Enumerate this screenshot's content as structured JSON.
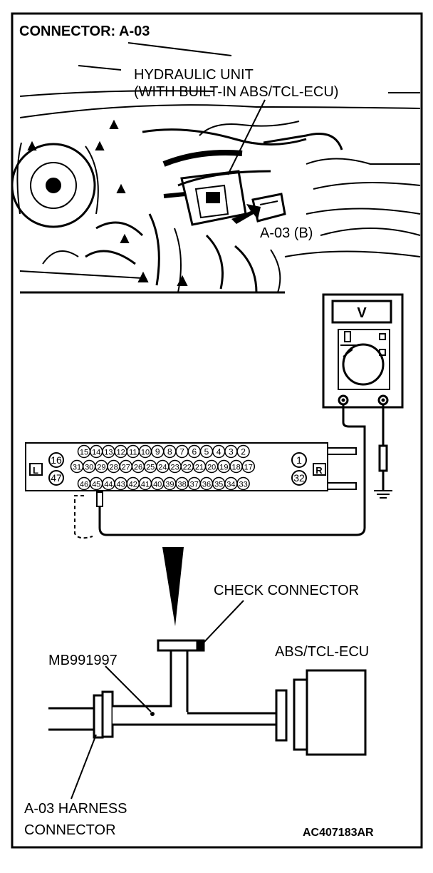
{
  "header": {
    "title": "CONNECTOR: A-03"
  },
  "photo": {
    "unit_line1": "HYDRAULIC UNIT",
    "unit_line2": "(WITH BUILT-IN ABS/TCL-ECU)",
    "connector_label": "A-03 (B)"
  },
  "meter": {
    "symbol": "V"
  },
  "connector_face": {
    "left_marker": "L",
    "right_marker": "R",
    "row1_left": "16",
    "row2_left": "47",
    "row1_right": "1",
    "row2_right": "32",
    "row1_pins": [
      "15",
      "14",
      "13",
      "12",
      "11",
      "10",
      "9",
      "8",
      "7",
      "6",
      "5",
      "4",
      "3",
      "2"
    ],
    "row2_pins": [
      "31",
      "30",
      "29",
      "28",
      "27",
      "26",
      "25",
      "24",
      "23",
      "22",
      "21",
      "20",
      "19",
      "18",
      "17"
    ],
    "row3_pins": [
      "46",
      "45",
      "44",
      "43",
      "42",
      "41",
      "40",
      "39",
      "38",
      "37",
      "36",
      "35",
      "34",
      "33"
    ]
  },
  "harness": {
    "check_connector": "CHECK CONNECTOR",
    "tool": "MB991997",
    "ecu": "ABS/TCL-ECU",
    "harness_line1": "A-03 HARNESS",
    "harness_line2": "CONNECTOR"
  },
  "footer": {
    "code": "AC407183AR"
  }
}
